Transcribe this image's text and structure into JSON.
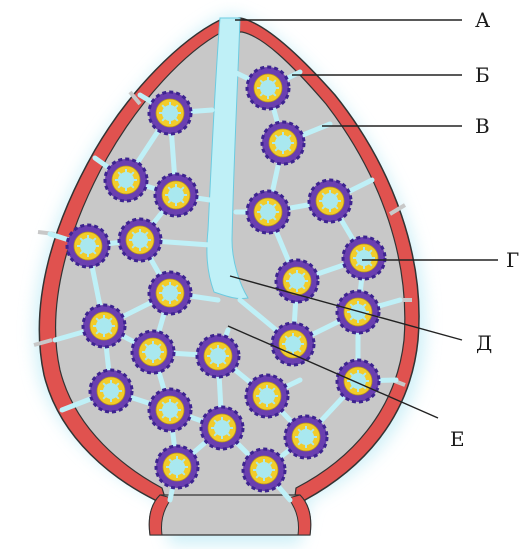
{
  "diagram": {
    "colors": {
      "wall": "#e0524f",
      "interior": "#c8c8c8",
      "canal": "#bff0f7",
      "glow": "#a9e4f2",
      "ring_outer": "#6a3fb0",
      "ring_dash": "#3d2490",
      "ring_inner": "#f2cc2a",
      "cell_core": "#a9e8ef",
      "outline": "#333333"
    },
    "labels": {
      "a": "А",
      "b": "Б",
      "v": "В",
      "g": "Г",
      "d": "Д",
      "e": "Е"
    }
  }
}
